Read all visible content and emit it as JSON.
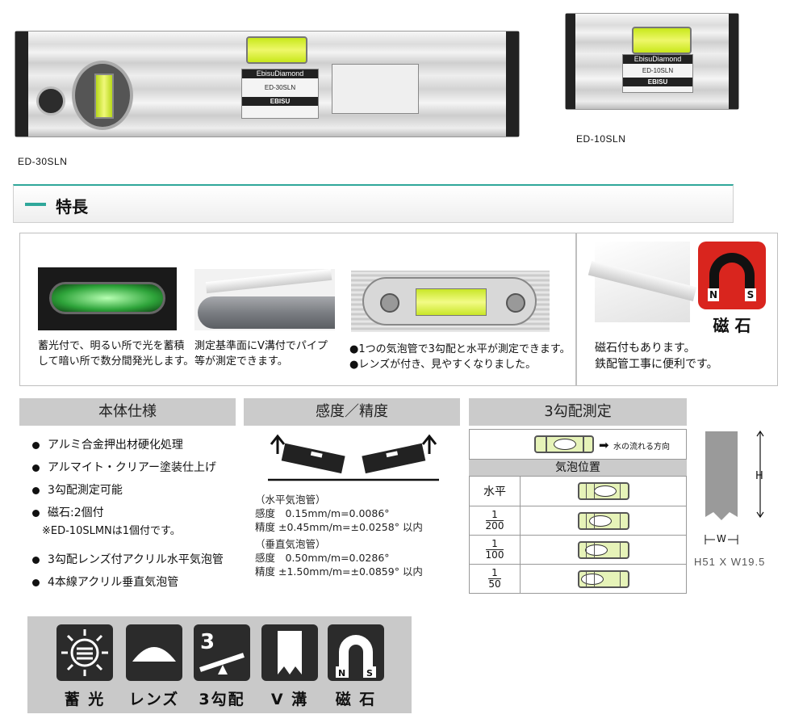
{
  "products": {
    "large_model": "ED-30SLN",
    "small_model": "ED-10SLN",
    "brand": "EbisuDiamond",
    "maker": "EBISU",
    "plate_large_model": "ED-30SLN",
    "plate_small_model": "ED-10SLN"
  },
  "features": {
    "title": "特長",
    "items": [
      {
        "icon": "glow-vial-photo",
        "text_line1": "蓄光付で、明るい所で光を蓄積",
        "text_line2": "して暗い所で数分間発光します。"
      },
      {
        "icon": "v-groove-pipe-photo",
        "text_line1": "測定基準面にV溝付でパイプ",
        "text_line2": "等が測定できます。"
      },
      {
        "icon": "three-slope-vial-photo",
        "text_line1": "●1つの気泡管で3勾配と水平が測定できます。",
        "text_line2": "●レンズが付き、見やすくなりました。"
      }
    ],
    "magnet": {
      "text_line1": "磁石付もあります。",
      "text_line2": "鉄配管工事に便利です。",
      "badge_label": "磁 石",
      "badge_n": "N",
      "badge_s": "S"
    }
  },
  "body_spec": {
    "title": "本体仕様",
    "items": [
      "アルミ合金押出材硬化処理",
      "アルマイト・クリアー塗装仕上げ",
      "3勾配測定可能",
      "磁石:2個付"
    ],
    "note": "※ED-10SLMNは1個付です。",
    "items2": [
      "3勾配レンズ付アクリル水平気泡管",
      "4本線アクリル垂直気泡管"
    ]
  },
  "sensitivity": {
    "title": "感度／精度",
    "horizontal_label": "（水平気泡管）",
    "horizontal_sens": "感度　0.15mm/m=0.0086°",
    "horizontal_acc": "精度 ±0.45mm/m=±0.0258° 以内",
    "vertical_label": "（垂直気泡管）",
    "vertical_sens": "感度　0.50mm/m=0.0286°",
    "vertical_acc": "精度 ±1.50mm/m=±0.0859° 以内"
  },
  "slope": {
    "title": "3勾配測定",
    "flow_label": "水の流れる方向",
    "bubble_header": "気泡位置",
    "rows": [
      {
        "label": "水平",
        "num": "",
        "den": "",
        "bubble": 0.5
      },
      {
        "num": "1",
        "den": "200",
        "bubble": 0.42
      },
      {
        "num": "1",
        "den": "100",
        "bubble": 0.34
      },
      {
        "num": "1",
        "den": "50",
        "bubble": 0.26
      }
    ]
  },
  "dimension": {
    "h_label": "H",
    "w_label": "W",
    "size_text": "H51 X W19.5"
  },
  "icons": [
    {
      "name": "phosphor-icon",
      "label": "蓄 光"
    },
    {
      "name": "lens-icon",
      "label": "レンズ"
    },
    {
      "name": "three-slope-icon",
      "label": "3勾配",
      "digit": "3"
    },
    {
      "name": "v-groove-icon",
      "label": "V 溝"
    },
    {
      "name": "magnet-icon",
      "label": "磁 石",
      "n": "N",
      "s": "S"
    }
  ]
}
